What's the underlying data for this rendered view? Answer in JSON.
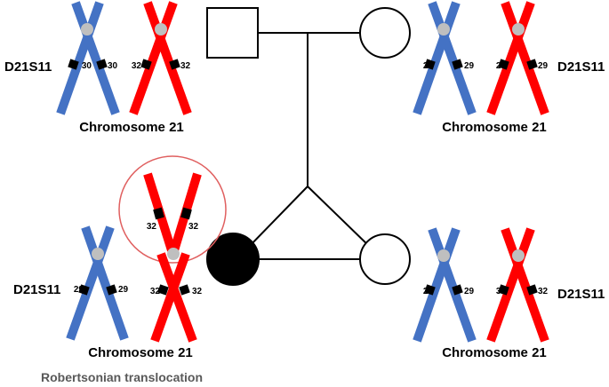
{
  "pedigree": {
    "father": "male-unaffected",
    "mother": "female-unaffected",
    "twin_affected": "female-affected",
    "twin_unaffected": "female-unaffected"
  },
  "labels": {
    "chromosome": "Chromosome 21",
    "marker": "D21S11",
    "translocation_note": "Robertsonian translocation"
  },
  "colors": {
    "chromosome_a": "#4472C4",
    "chromosome_b": "#FF0000",
    "centromere": "#BFBFBF",
    "band": "#000000",
    "highlight_circle": "#E06060"
  },
  "karyotypes": {
    "father": {
      "blue": "30",
      "red": "32"
    },
    "mother": {
      "blue": "29",
      "red": "29"
    },
    "twin_affected": {
      "blue": "29",
      "red": "32",
      "translocated": "32"
    },
    "twin_unaffected": {
      "blue": "29",
      "red": "32"
    }
  }
}
